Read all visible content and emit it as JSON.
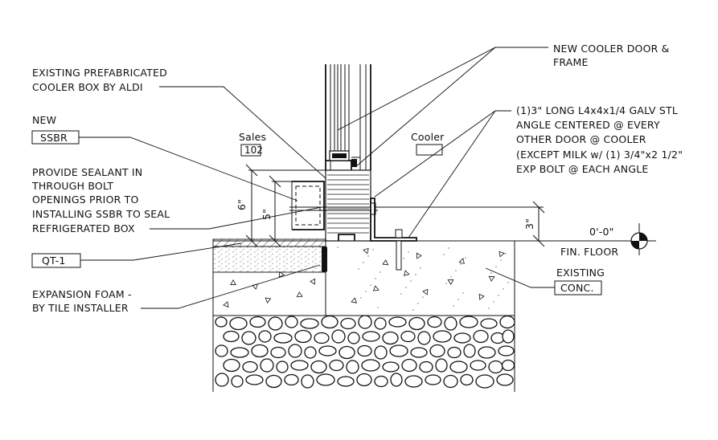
{
  "labels": {
    "existing_box": [
      "EXISTING PREFABRICATED",
      "COOLER BOX BY ALDI"
    ],
    "new_door": [
      "NEW COOLER DOOR &",
      "FRAME"
    ],
    "ssbr_new": "NEW",
    "ssbr_tag": "SSBR",
    "angle_note": [
      "(1)3\" LONG L4x4x1/4 GALV STL",
      "ANGLE CENTERED @ EVERY",
      "OTHER DOOR @ COOLER",
      "(EXCEPT MILK w/ (1) 3/4\"x2 1/2\"",
      "EXP BOLT @ EACH ANGLE"
    ],
    "sealant_note": [
      "PROVIDE SEALANT IN",
      "THROUGH BOLT",
      "OPENINGS PRIOR TO",
      "INSTALLING SSBR TO SEAL",
      "REFRIGERATED BOX"
    ],
    "qt_tag": "QT-1",
    "foam_note": [
      "EXPANSION FOAM -",
      "BY TILE INSTALLER"
    ],
    "existing": "EXISTING",
    "conc_tag": "CONC.",
    "sales": "Sales",
    "sales_num": "102",
    "cooler": "Cooler",
    "elev_value": "0'-0\"",
    "fin_floor": "FIN. FLOOR"
  },
  "dimensions": {
    "six": "6\"",
    "five": "5\"",
    "three": "3\""
  }
}
